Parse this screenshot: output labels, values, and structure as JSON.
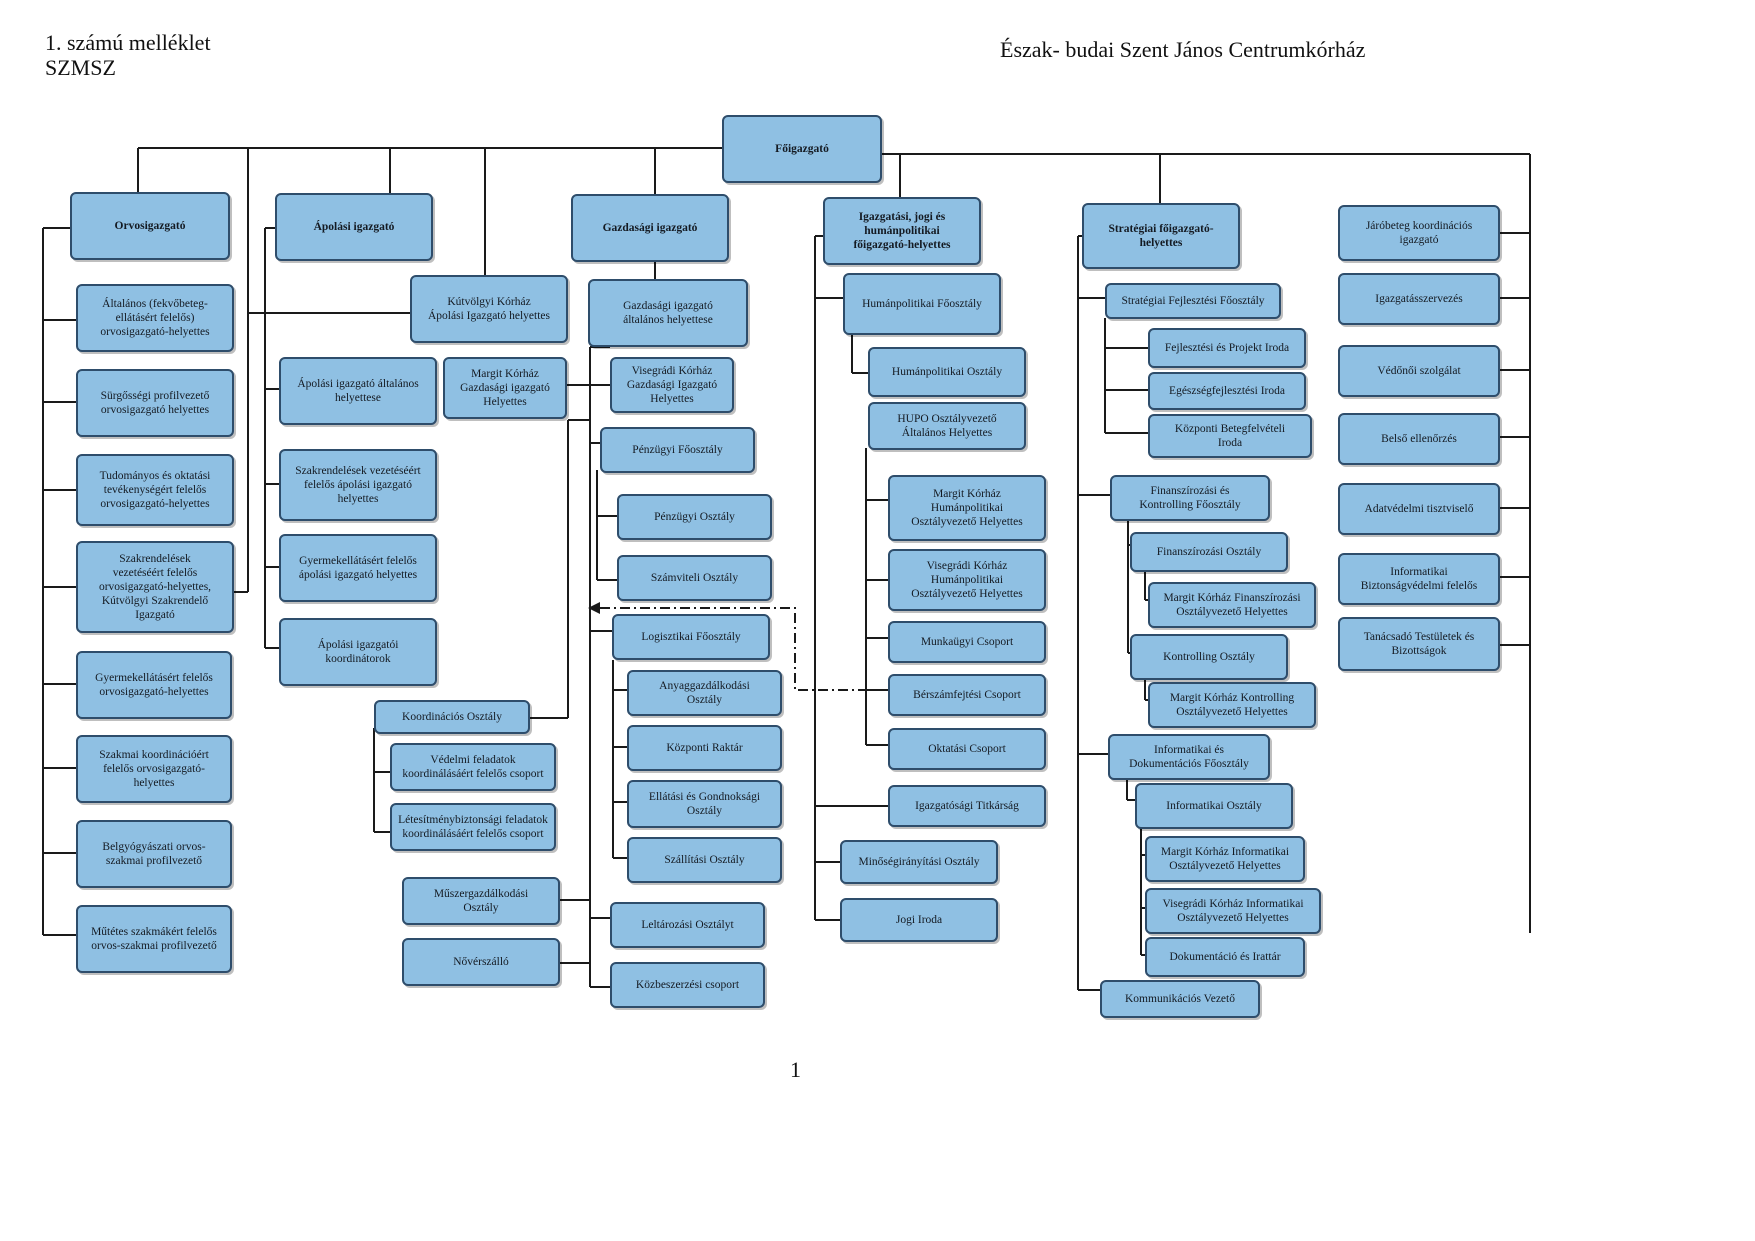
{
  "header": {
    "line1": "1. számú melléklet",
    "line2": "SZMSZ",
    "institution": "Észak- budai Szent János Centrumkórház"
  },
  "page_number": "1",
  "top": {
    "foigazgato": "Főigazgató"
  },
  "col1": {
    "head": "Orvosigazgató",
    "items": [
      "Általános (fekvőbeteg-\nellátásért felelős)\norvosigazgató-helyettes",
      "Sürgősségi profilvezető\norvosigazgató helyettes",
      "Tudományos és oktatási\ntevékenységért felelős\norvosigazgató-helyettes",
      "Szakrendelések\nvezetéséért felelős\norvosigazgató-helyettes,\nKútvölgyi Szakrendelő\nIgazgató",
      "Gyermekellátásért felelős\norvosigazgató-helyettes",
      "Szakmai koordinációért\nfelelős orvosigazgató-\nhelyettes",
      "Belgyógyászati orvos-\nszakmai profilvezető",
      "Műtétes szakmákért felelős\norvos-szakmai profilvezető"
    ]
  },
  "col2": {
    "head": "Ápolási igazgató",
    "kutvolgyi": "Kútvölgyi Kórház\nÁpolási Igazgató helyettes",
    "items": [
      "Ápolási igazgató általános\nhelyettese",
      "Szakrendelések vezetéséért\nfelelős ápolási igazgató\nhelyettes",
      "Gyermekellátásért felelős\nápolási igazgató helyettes",
      "Ápolási igazgatói\nkoordinátorok"
    ]
  },
  "col3": {
    "head": "Gazdasági igazgató",
    "margit": "Margit Kórház\nGazdasági igazgató\nHelyettes",
    "altalanos": "Gazdasági igazgató\náltalános helyettese",
    "visegradi": "Visegrádi Kórház\nGazdasági Igazgató\nHelyettes",
    "penzugyi_fo": "Pénzügyi Főosztály",
    "penzugyi_o": "Pénzügyi Osztály",
    "szamviteli": "Számviteli Osztály",
    "logisztikai": "Logisztikai Főosztály",
    "anyag": "Anyaggazdálkodási\nOsztály",
    "raktar": "Központi Raktár",
    "ellatasi": "Ellátási és Gondnoksági\nOsztály",
    "szallitasi": "Szállítási Osztály",
    "leltarozasi": "Leltározási Osztályt",
    "kozbeszerzesi": "Közbeszerzési csoport",
    "koordinacios": "Koordinációs Osztály",
    "vedelmi": "Védelmi feladatok\nkoordinálásáért felelős csoport",
    "letesitmeny": "Létesítménybiztonsági feladatok\nkoordinálásáért felelős csoport",
    "muszer": "Műszergazdálkodási\nOsztály",
    "noverszallo": "Nővérszálló"
  },
  "col4": {
    "head": "Igazgatási, jogi és\nhumánpolitikai\nfőigazgató-helyettes",
    "humanpol_fo": "Humánpolitikai Főosztály",
    "humanpol_o": "Humánpolitikai Osztály",
    "hupo": "HUPO Osztályvezető\nÁltalános Helyettes",
    "margit": "Margit Kórház\nHumánpolitikai\nOsztályvezető Helyettes",
    "visegradi": "Visegrádi Kórház\nHumánpolitikai\nOsztályvezető Helyettes",
    "munkaugyi": "Munkaügyi Csoport",
    "berszam": "Bérszámfejtési Csoport",
    "oktatasi": "Oktatási Csoport",
    "titkarsag": "Igazgatósági Titkárság",
    "minoseg": "Minőségirányítási Osztály",
    "jogi": "Jogi Iroda"
  },
  "col5": {
    "head": "Stratégiai főigazgató-\nhelyettes",
    "strat_fo": "Stratégiai Fejlesztési Főosztály",
    "fejlesztesi": "Fejlesztési és Projekt Iroda",
    "egeszseg": "Egészségfejlesztési Iroda",
    "kozponti": "Központi Betegfelvételi\nIroda",
    "finansz_fo": "Finanszírozási és\nKontrolling Főosztály",
    "finansz_o": "Finanszírozási Osztály",
    "margit_fin": "Margit Kórház Finanszírozási\nOsztályvezető Helyettes",
    "kontrolling": "Kontrolling Osztály",
    "margit_kon": "Margit Kórház Kontrolling\nOsztályvezető Helyettes",
    "info_fo": "Informatikai és\nDokumentációs Főosztály",
    "info_o": "Informatikai Osztály",
    "margit_info": "Margit Kórház Informatikai\nOsztályvezető Helyettes",
    "visegradi_info": "Visegrádi Kórház Informatikai\nOsztályvezető Helyettes",
    "dokumentacio": "Dokumentáció és Irattár",
    "kommunikacio": "Kommunikációs Vezető"
  },
  "col6": {
    "items": [
      "Járóbeteg koordinációs\nigazgató",
      "Igazgatásszervezés",
      "Védőnői szolgálat",
      "Belső ellenőrzés",
      "Adatvédelmi tisztviselő",
      "Informatikai\nBiztonságvédelmi felelős",
      "Tanácsadó Testületek és\nBizottságok"
    ]
  }
}
